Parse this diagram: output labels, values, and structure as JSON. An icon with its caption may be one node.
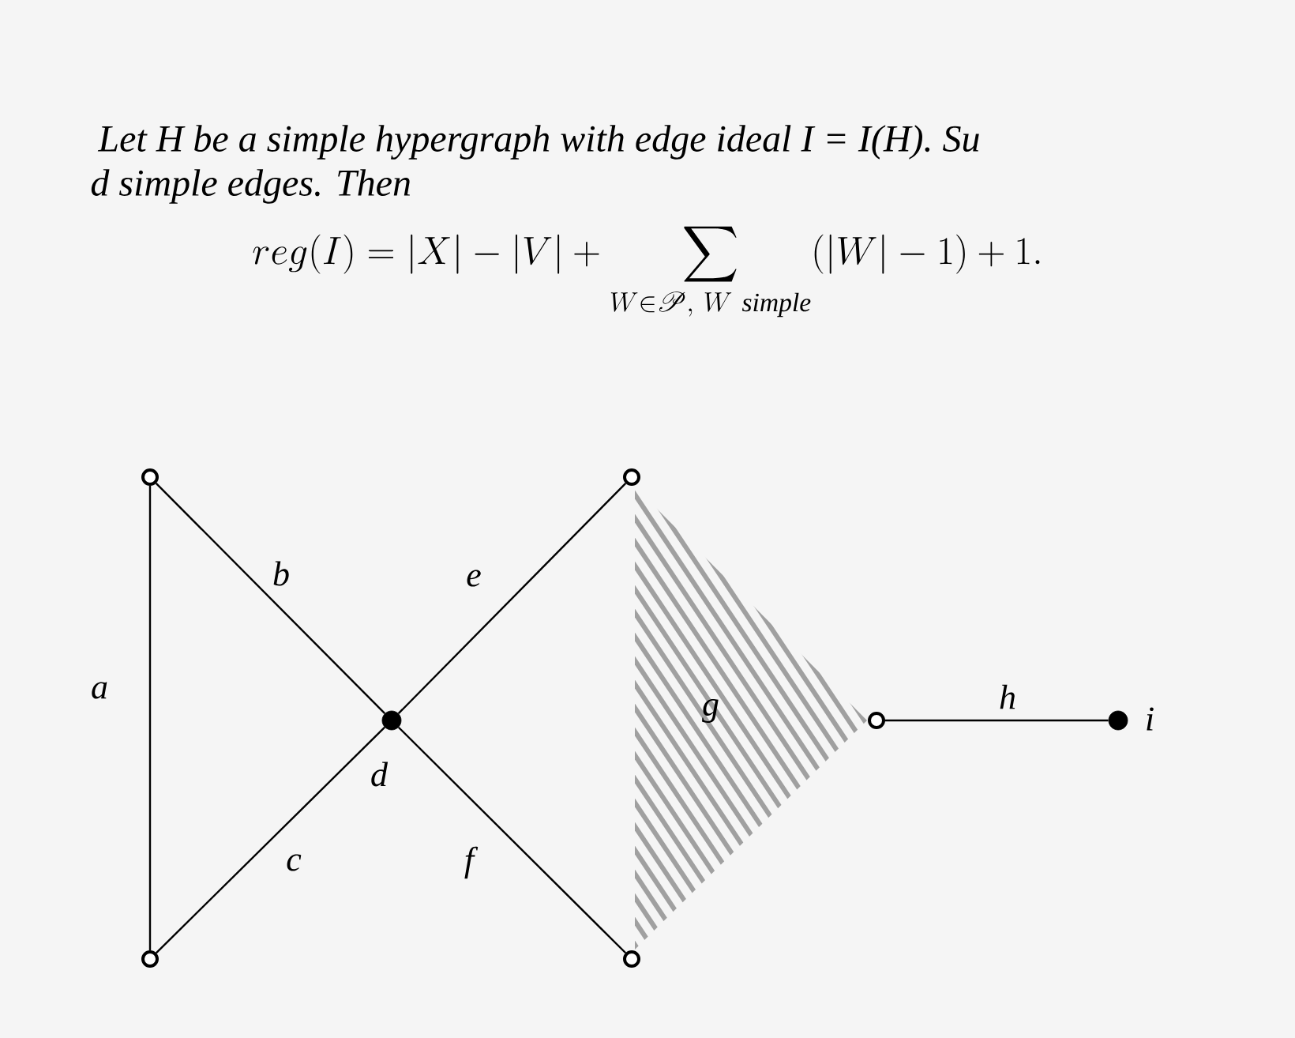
{
  "diagram": {
    "nodes": [
      {
        "text": [],
        "shape": "circle"
      },
      {
        "text": [],
        "shape": "circle"
      },
      {
        "text": [],
        "shape": "dot"
      },
      {
        "text": [],
        "shape": "circle"
      },
      {
        "text": [],
        "shape": "circle"
      },
      {
        "text": [],
        "shape": "circle"
      },
      {
        "text": [],
        "shape": "dot",
        "beside": [
          "i"
        ]
      },
      {
        "text": [
          "g"
        ]
      }
    ],
    "edges": [
      {
        "from": 0,
        "to": 1,
        "arrow": "none",
        "label": "a"
      },
      {
        "from": 0,
        "to": 2,
        "arrow": "none",
        "label": "b"
      },
      {
        "from": 1,
        "to": 2,
        "arrow": "none",
        "label": "c"
      },
      {
        "from": 2,
        "to": 3,
        "arrow": "none",
        "label": "e"
      },
      {
        "from": 2,
        "to": 4,
        "arrow": "none",
        "label": "f"
      },
      {
        "from": 5,
        "to": 6,
        "arrow": "none",
        "label": "h"
      }
    ],
    "labels": [
      "Let H be a simple hypergraph with edge ideal I = I(H). Su",
      "d simple edges. Then",
      "reg(I)=|X|-|V|+\\sum_{W\\in\\mathscr{P},\\ W\\ \\mathit{simple}}(|W|-1)+1.",
      "d"
    ]
  }
}
